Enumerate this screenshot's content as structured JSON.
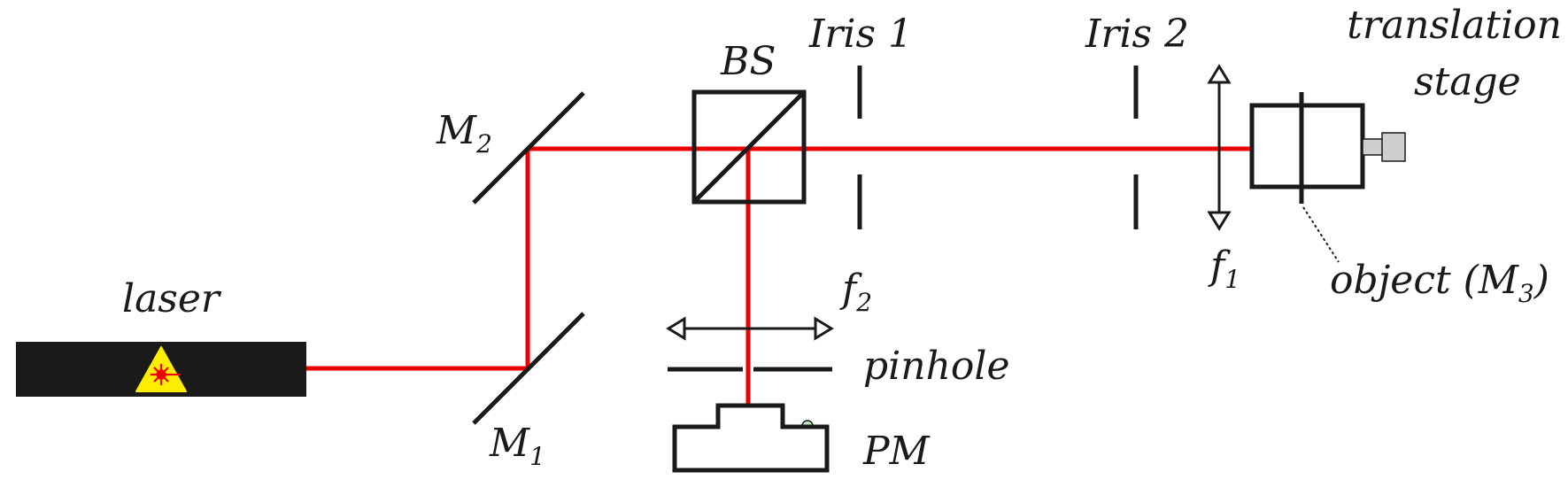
{
  "diagram": {
    "labels": {
      "laser": "laser",
      "m1": "M",
      "m1_sub": "1",
      "m2": "M",
      "m2_sub": "2",
      "bs": "BS",
      "iris1": "Iris 1",
      "iris2": "Iris 2",
      "f1": "f",
      "f1_sub": "1",
      "f2": "f",
      "f2_sub": "2",
      "stage_line1": "translation",
      "stage_line2": "stage",
      "object_prefix": "object (M",
      "object_sub": "3",
      "object_suffix": ")",
      "pinhole": "pinhole",
      "pm": "PM"
    },
    "colors": {
      "beam": "#ee0000",
      "line": "#1a1a1a",
      "laser_body": "#1a1a1a",
      "warning_fill": "#ffee00",
      "warning_symbol": "#ee0000",
      "micrometer": "#cfcfcf",
      "pm_indicator": "#bfe8bf"
    },
    "icons": {
      "laser_warning": "laser-warning-icon"
    }
  }
}
